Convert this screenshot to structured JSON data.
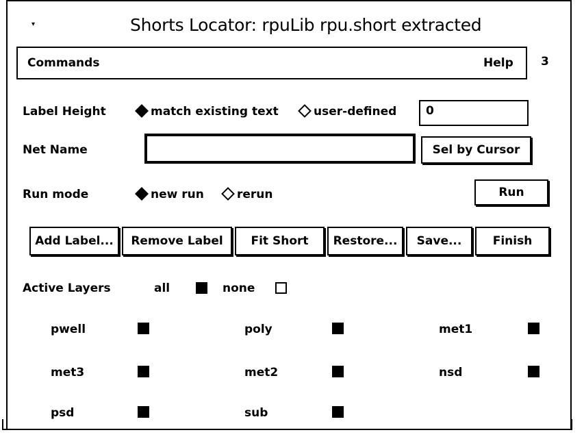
{
  "window": {
    "title": "Shorts Locator: rpuLib rpu.short extracted",
    "menu_glyph": "▾"
  },
  "menubar": {
    "commands": "Commands",
    "help": "Help",
    "count": "3"
  },
  "label_height": {
    "label": "Label Height",
    "options": [
      "match existing text",
      "user-defined"
    ],
    "selected": "match existing text",
    "value": "0"
  },
  "net_name": {
    "label": "Net Name",
    "value": "",
    "sel_button": "Sel by Cursor"
  },
  "run_mode": {
    "label": "Run mode",
    "options": [
      "new run",
      "rerun"
    ],
    "selected": "new run",
    "run_button": "Run"
  },
  "actions": [
    "Add Label...",
    "Remove Label",
    "Fit Short",
    "Restore...",
    "Save...",
    "Finish"
  ],
  "active_layers": {
    "label": "Active Layers",
    "all": "all",
    "all_checked": true,
    "none": "none",
    "none_checked": false,
    "layers": [
      {
        "name": "pwell",
        "checked": true
      },
      {
        "name": "poly",
        "checked": true
      },
      {
        "name": "met1",
        "checked": true
      },
      {
        "name": "met3",
        "checked": true
      },
      {
        "name": "met2",
        "checked": true
      },
      {
        "name": "nsd",
        "checked": true
      },
      {
        "name": "psd",
        "checked": true
      },
      {
        "name": "sub",
        "checked": true
      }
    ]
  }
}
